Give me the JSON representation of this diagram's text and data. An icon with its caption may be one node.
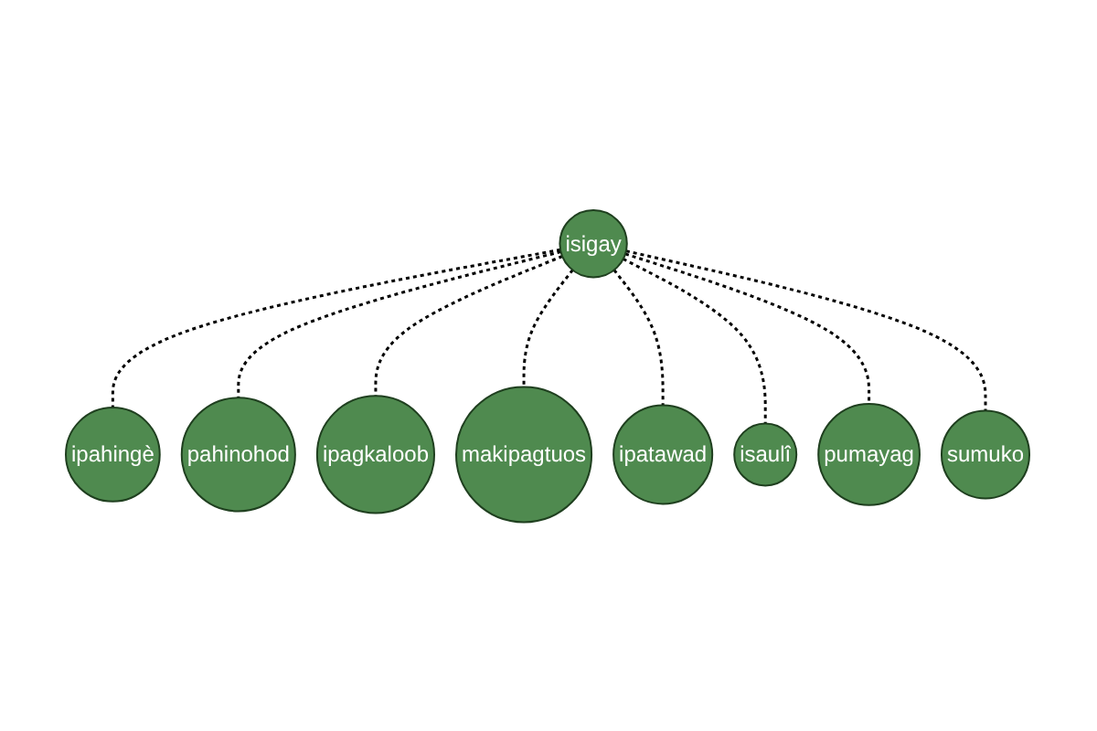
{
  "diagram": {
    "nodes": [
      {
        "text": [
          "ipahingè"
        ]
      },
      {
        "text": [
          "pahinohod"
        ]
      },
      {
        "text": [
          "ipagkaloob"
        ]
      },
      {
        "text": [
          "makipagtuos"
        ]
      },
      {
        "text": [
          "isigay"
        ]
      },
      {
        "text": [
          "ipatawad"
        ]
      },
      {
        "text": [
          "isaulî"
        ]
      },
      {
        "text": [
          "pumayag"
        ]
      },
      {
        "text": [
          "sumuko"
        ]
      }
    ],
    "edges": [
      {
        "from": 4,
        "to": 0,
        "arrow": "none",
        "style": "dashed"
      },
      {
        "from": 4,
        "to": 1,
        "arrow": "none",
        "style": "dashed"
      },
      {
        "from": 4,
        "to": 2,
        "arrow": "none",
        "style": "dashed"
      },
      {
        "from": 4,
        "to": 3,
        "arrow": "none",
        "style": "dashed"
      },
      {
        "from": 4,
        "to": 5,
        "arrow": "none",
        "style": "dashed"
      },
      {
        "from": 4,
        "to": 6,
        "arrow": "none",
        "style": "dashed"
      },
      {
        "from": 4,
        "to": 7,
        "arrow": "none",
        "style": "dashed"
      },
      {
        "from": 4,
        "to": 8,
        "arrow": "none",
        "style": "dashed"
      }
    ]
  }
}
